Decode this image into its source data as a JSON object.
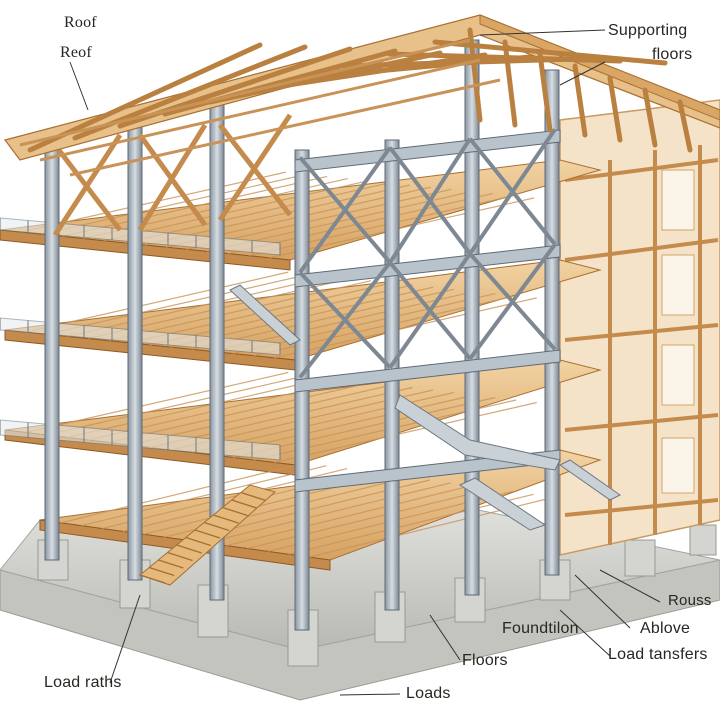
{
  "labels": {
    "roof_top": "Roof",
    "roof_bottom": "Reof",
    "supporting": "Supporting",
    "floors_top": "floors",
    "rouss": "Rouss",
    "foundation": "Foundtilon",
    "ablove": "Ablove",
    "floors_bottom": "Floors",
    "load_transfers": "Load tansfers",
    "load_paths": "Load raths",
    "loads": "Loads"
  },
  "colors": {
    "wood_light": "#ecc690",
    "wood_mid": "#d9a666",
    "wood_dark": "#b07a3c",
    "steel": "#a9b4be",
    "steel_dark": "#6c7884",
    "concrete": "#cfcfcc",
    "concrete_dark": "#a7a7a2",
    "leader": "#333333"
  }
}
